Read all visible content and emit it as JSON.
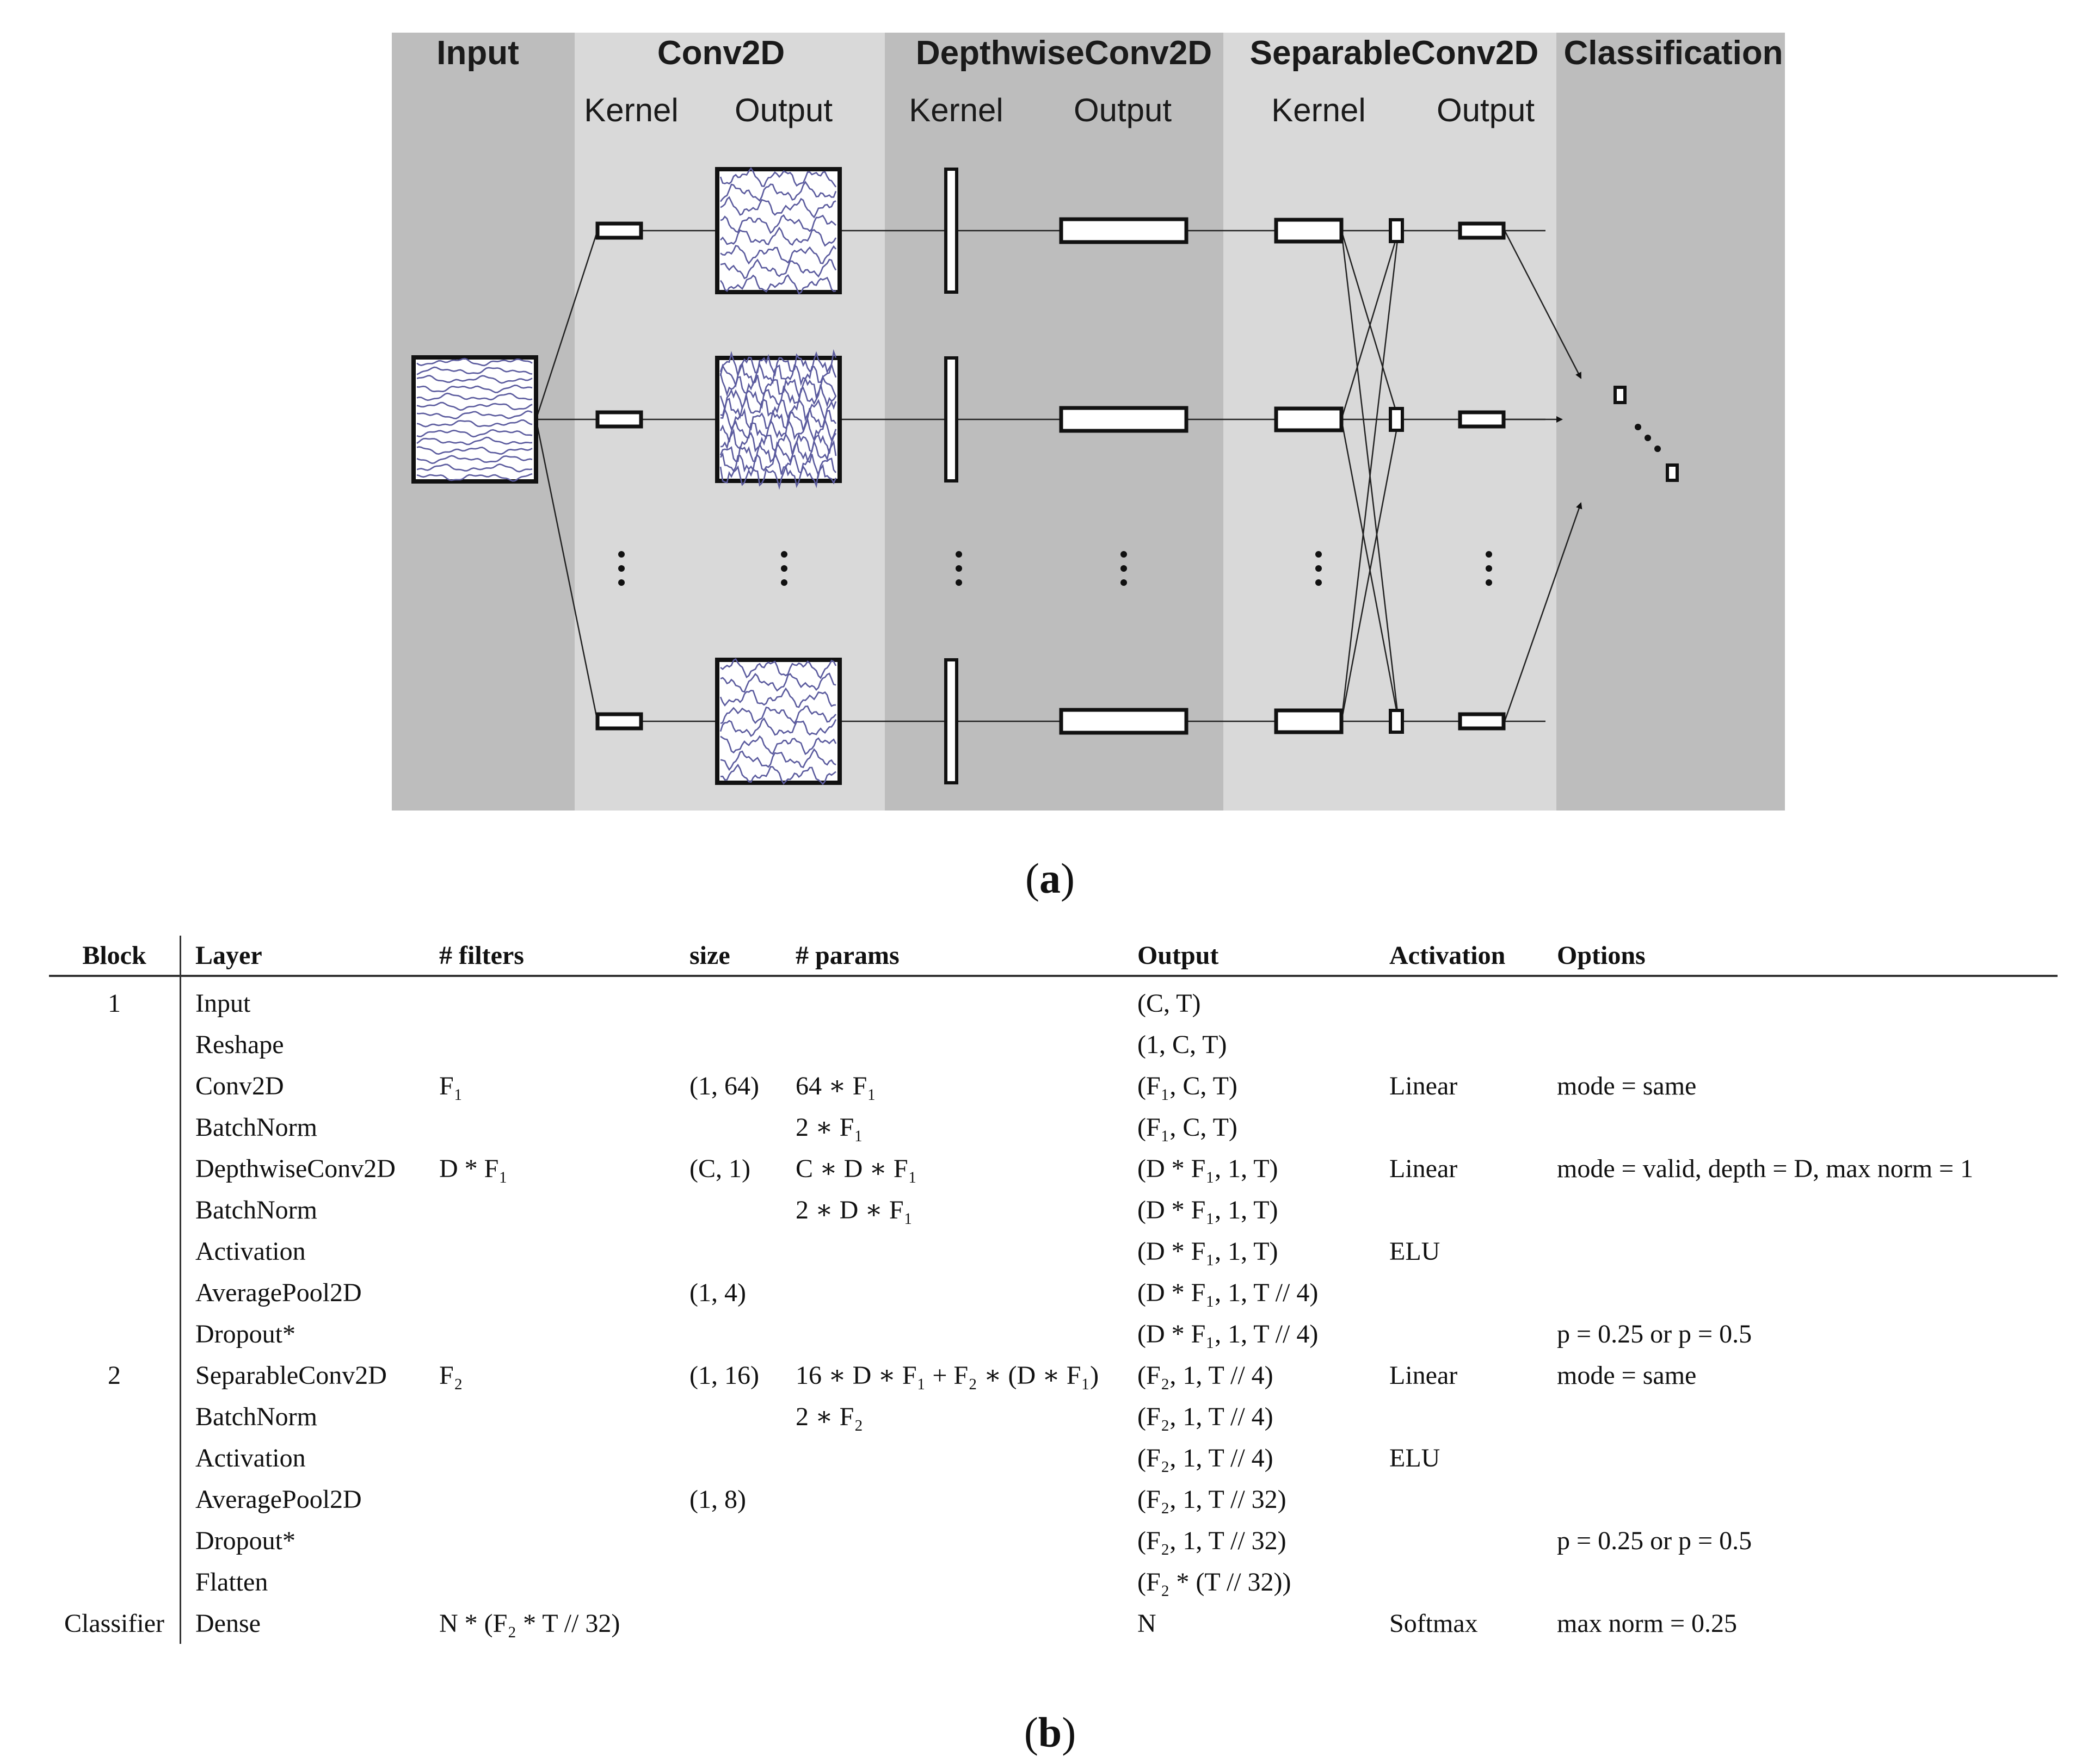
{
  "figure_a": {
    "columns": [
      {
        "title": "Input",
        "subs": []
      },
      {
        "title": "Conv2D",
        "subs": [
          "Kernel",
          "Output"
        ]
      },
      {
        "title": "DepthwiseConv2D",
        "subs": [
          "Kernel",
          "Output"
        ]
      },
      {
        "title": "SeparableConv2D",
        "subs": [
          "Kernel",
          "Output"
        ]
      },
      {
        "title": "Classification",
        "subs": []
      }
    ],
    "caption_label": "a",
    "colors": {
      "band_dark": "#bdbdbd",
      "band_light": "#d9d9d9",
      "signal": "#5b5b9e",
      "stroke": "#111111"
    }
  },
  "table_b": {
    "headers": [
      "Block",
      "Layer",
      "# filters",
      "size",
      "# params",
      "Output",
      "Activation",
      "Options"
    ],
    "rows": [
      {
        "block": "1",
        "layer": "Input",
        "filters": "",
        "size": "",
        "params": "",
        "output": "(C, T)",
        "activation": "",
        "options": ""
      },
      {
        "block": "",
        "layer": "Reshape",
        "filters": "",
        "size": "",
        "params": "",
        "output": "(1, C, T)",
        "activation": "",
        "options": ""
      },
      {
        "block": "",
        "layer": "Conv2D",
        "filters": "F₁",
        "size": "(1, 64)",
        "params": "64 ∗ F₁",
        "output": "(F₁, C, T)",
        "activation": "Linear",
        "options": "mode = same"
      },
      {
        "block": "",
        "layer": "BatchNorm",
        "filters": "",
        "size": "",
        "params": "2 ∗ F₁",
        "output": "(F₁, C, T)",
        "activation": "",
        "options": ""
      },
      {
        "block": "",
        "layer": "DepthwiseConv2D",
        "filters": "D * F₁",
        "size": "(C, 1)",
        "params": "C ∗ D ∗ F₁",
        "output": "(D * F₁, 1, T)",
        "activation": "Linear",
        "options": "mode = valid, depth = D, max norm = 1"
      },
      {
        "block": "",
        "layer": "BatchNorm",
        "filters": "",
        "size": "",
        "params": "2 ∗ D ∗ F₁",
        "output": "(D * F₁, 1, T)",
        "activation": "",
        "options": ""
      },
      {
        "block": "",
        "layer": "Activation",
        "filters": "",
        "size": "",
        "params": "",
        "output": "(D * F₁, 1, T)",
        "activation": "ELU",
        "options": ""
      },
      {
        "block": "",
        "layer": "AveragePool2D",
        "filters": "",
        "size": "(1, 4)",
        "params": "",
        "output": "(D * F₁, 1, T // 4)",
        "activation": "",
        "options": ""
      },
      {
        "block": "",
        "layer": "Dropout*",
        "filters": "",
        "size": "",
        "params": "",
        "output": "(D * F₁, 1, T // 4)",
        "activation": "",
        "options": "p = 0.25 or p = 0.5"
      },
      {
        "block": "2",
        "layer": "SeparableConv2D",
        "filters": "F₂",
        "size": "(1, 16)",
        "params": "16 ∗ D ∗ F₁ + F₂ ∗ (D ∗ F₁)",
        "output": "(F₂, 1, T // 4)",
        "activation": "Linear",
        "options": "mode = same"
      },
      {
        "block": "",
        "layer": "BatchNorm",
        "filters": "",
        "size": "",
        "params": "2 ∗ F₂",
        "output": "(F₂, 1, T // 4)",
        "activation": "",
        "options": ""
      },
      {
        "block": "",
        "layer": "Activation",
        "filters": "",
        "size": "",
        "params": "",
        "output": "(F₂, 1, T // 4)",
        "activation": "ELU",
        "options": ""
      },
      {
        "block": "",
        "layer": "AveragePool2D",
        "filters": "",
        "size": "(1, 8)",
        "params": "",
        "output": "(F₂, 1, T // 32)",
        "activation": "",
        "options": ""
      },
      {
        "block": "",
        "layer": "Dropout*",
        "filters": "",
        "size": "",
        "params": "",
        "output": "(F₂, 1, T // 32)",
        "activation": "",
        "options": "p = 0.25 or p = 0.5"
      },
      {
        "block": "",
        "layer": "Flatten",
        "filters": "",
        "size": "",
        "params": "",
        "output": "(F₂ * (T // 32))",
        "activation": "",
        "options": ""
      },
      {
        "block": "Classifier",
        "layer": "Dense",
        "filters": "N * (F₂ * T // 32)",
        "size": "",
        "params": "",
        "output": "N",
        "activation": "Softmax",
        "options": "max norm = 0.25"
      }
    ],
    "caption_label": "b"
  }
}
